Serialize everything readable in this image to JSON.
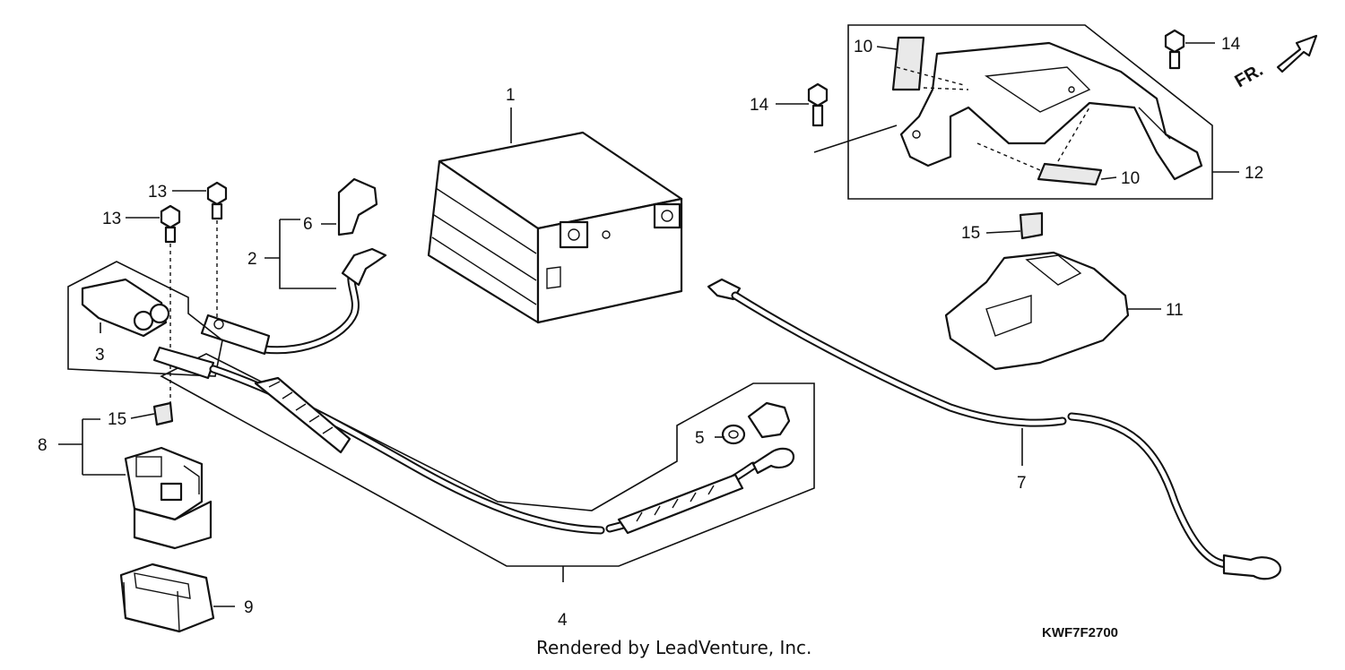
{
  "callouts": {
    "c1": "1",
    "c2": "2",
    "c3": "3",
    "c4": "4",
    "c5": "5",
    "c6": "6",
    "c7": "7",
    "c8": "8",
    "c9": "9",
    "c10a": "10",
    "c10b": "10",
    "c11": "11",
    "c12": "12",
    "c13a": "13",
    "c13b": "13",
    "c14a": "14",
    "c14b": "14",
    "c15a": "15",
    "c15b": "15"
  },
  "direction_label": "FR.",
  "diagram_code": "KWF7F2700",
  "footer_credit": "Rendered by LeadVenture, Inc."
}
